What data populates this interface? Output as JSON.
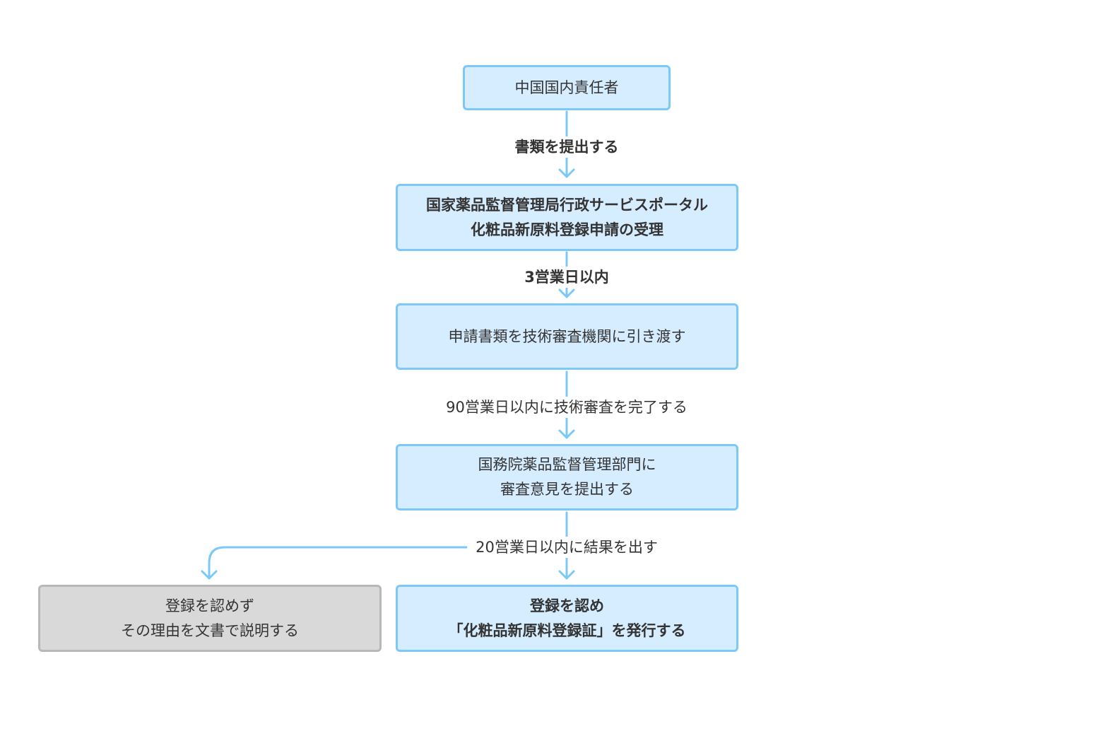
{
  "nodes": {
    "responsible_person": {
      "lines": [
        "中国国内責任者"
      ]
    },
    "portal_acceptance": {
      "lines": [
        "国家薬品監督管理局行政サービスポータル",
        "化粧品新原料登録申請の受理"
      ]
    },
    "handover": {
      "lines": [
        "申請書類を技術審査機関に引き渡す"
      ]
    },
    "review_opinion": {
      "lines": [
        "国務院薬品監督管理部門に",
        "審査意見を提出する"
      ]
    },
    "rejected": {
      "lines": [
        "登録を認めず",
        "その理由を文書で説明する"
      ]
    },
    "approved": {
      "lines": [
        "登録を認め",
        "「化粧品新原料登録証」を発行する"
      ]
    }
  },
  "edges": {
    "submit": {
      "label": "書類を提出する"
    },
    "three_days": {
      "label": "3営業日以内"
    },
    "ninety_days": {
      "label": "90営業日以内に技術審査を完了する"
    },
    "twenty_days": {
      "label": "20営業日以内に結果を出す"
    }
  },
  "colors": {
    "node_fill": "#d6ecff",
    "node_border": "#7cc8f8",
    "reject_fill": "#d9d9d9",
    "reject_border": "#b8b8b8",
    "connector": "#7cc8f8",
    "text": "#333333"
  }
}
